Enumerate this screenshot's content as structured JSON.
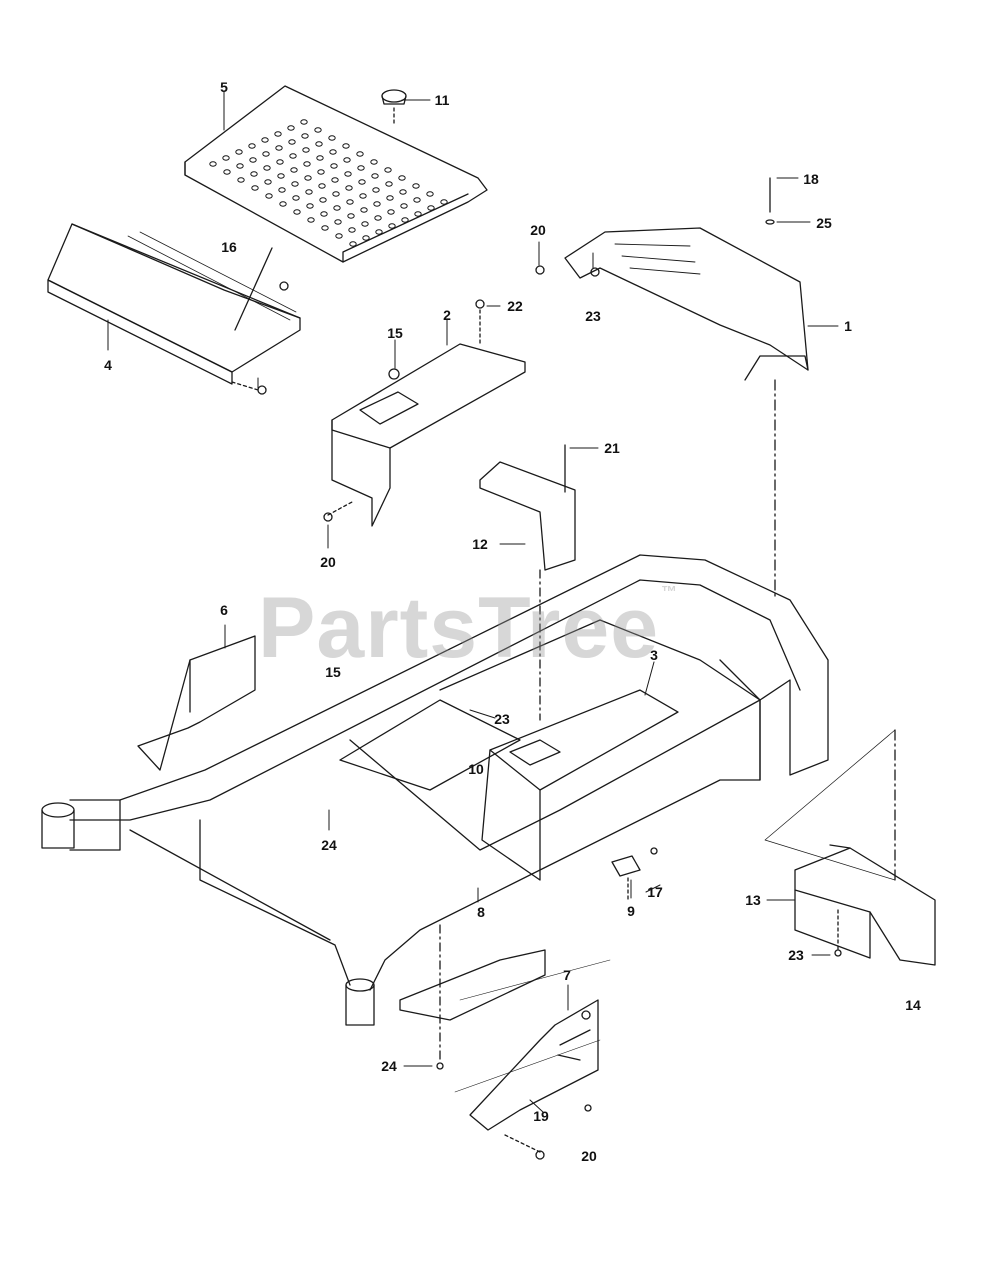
{
  "watermark": {
    "text": "PartsTree",
    "mark": "™"
  },
  "callouts": {
    "c1": "1",
    "c2": "2",
    "c3": "3",
    "c4": "4",
    "c5": "5",
    "c6": "6",
    "c7": "7",
    "c8": "8",
    "c9": "9",
    "c10": "10",
    "c11": "11",
    "c12": "12",
    "c13": "13",
    "c14": "14",
    "c15a": "15",
    "c15b": "15",
    "c16": "16",
    "c17": "17",
    "c18": "18",
    "c19": "19",
    "c20a": "20",
    "c20b": "20",
    "c20c": "20",
    "c21": "21",
    "c22": "22",
    "c23a": "23",
    "c23b": "23",
    "c23c": "23",
    "c24a": "24",
    "c24b": "24",
    "c25": "25"
  },
  "colors": {
    "line": "#1a1a1a",
    "watermark": "#969696",
    "background": "#ffffff"
  }
}
